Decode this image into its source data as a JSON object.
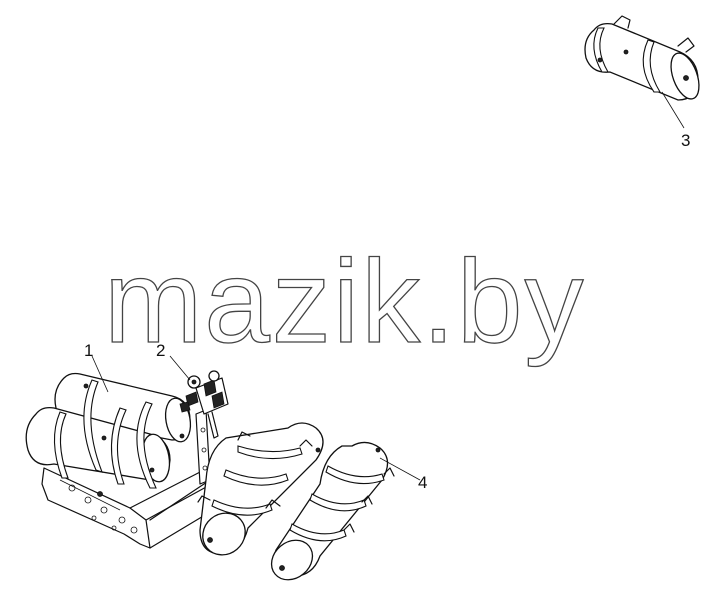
{
  "watermark": {
    "text": "mazik.by"
  },
  "callouts": {
    "c1": "1",
    "c2": "2",
    "c3": "3",
    "c4": "4"
  },
  "colors": {
    "line": "#111111",
    "background": "#ffffff",
    "watermark": "#444444"
  }
}
